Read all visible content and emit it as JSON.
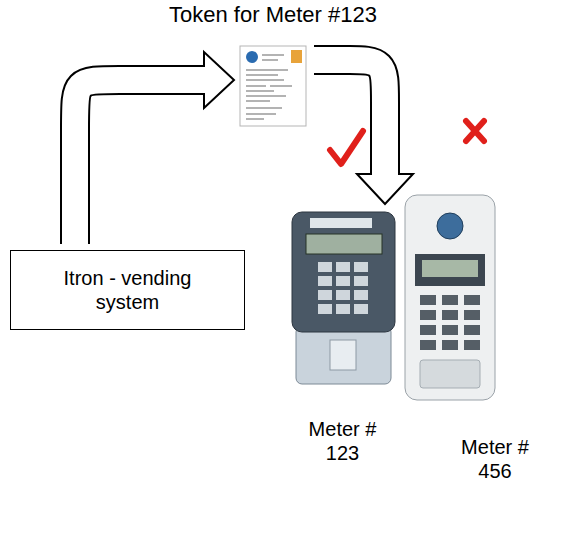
{
  "diagram": {
    "nodes": [
      {
        "text": [
          "Itron - vending system"
        ]
      },
      {
        "text": [
          "Token for Meter #123"
        ]
      },
      {
        "text": [
          "Meter # 123"
        ]
      },
      {
        "text": [
          "Meter # 456"
        ]
      }
    ],
    "edges": [
      {
        "from": 0,
        "to": 1,
        "arrow": "to"
      },
      {
        "from": 1,
        "to": 2,
        "arrow": "to"
      }
    ]
  }
}
